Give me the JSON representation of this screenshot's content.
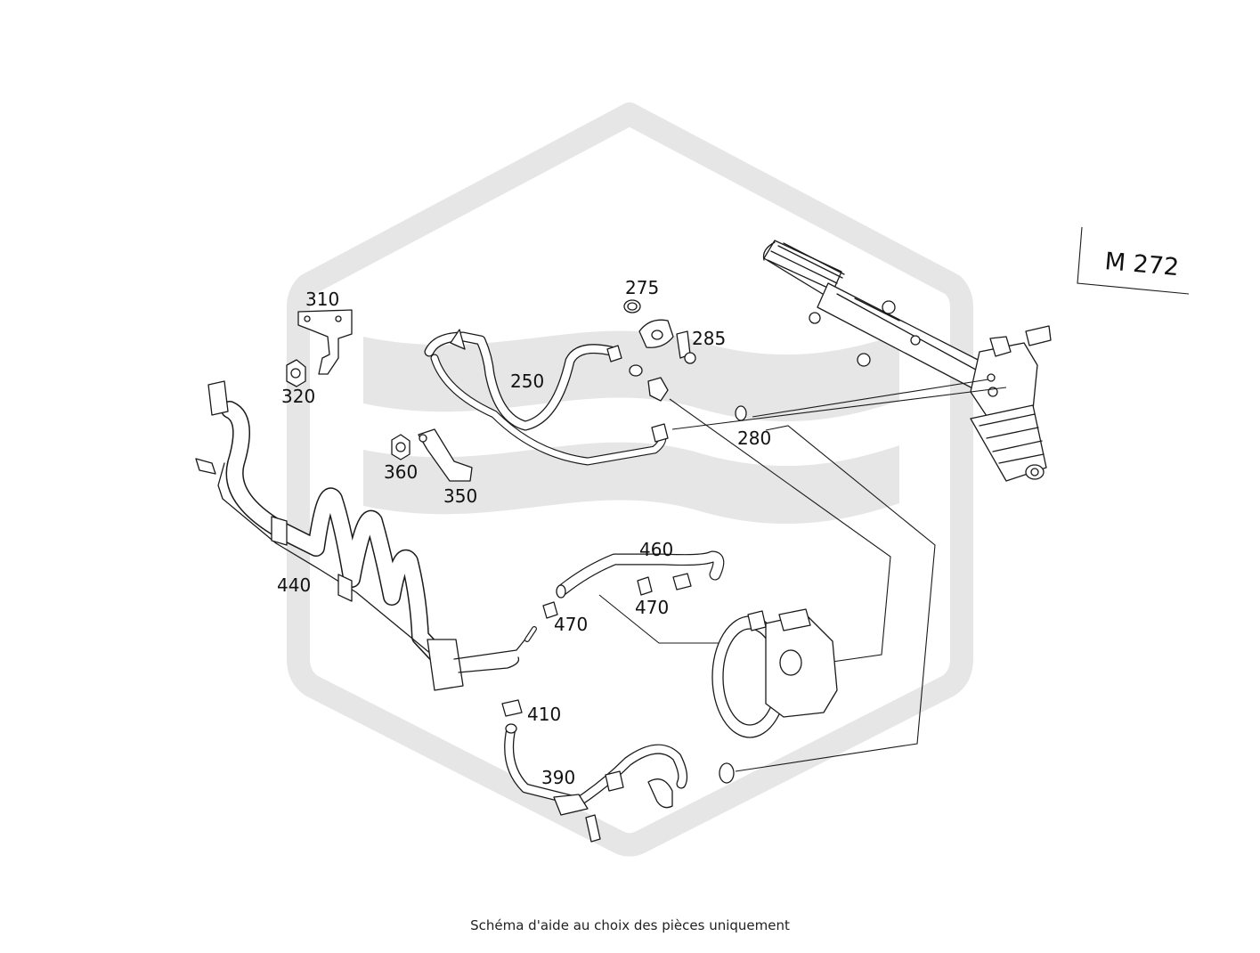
{
  "diagram": {
    "model_label": "M 272",
    "watermark_color": "#e6e6e6",
    "line_color": "#1a1a1a",
    "callouts": [
      {
        "id": "c310",
        "text": "310"
      },
      {
        "id": "c320",
        "text": "320"
      },
      {
        "id": "c275",
        "text": "275"
      },
      {
        "id": "c285",
        "text": "285"
      },
      {
        "id": "c250",
        "text": "250"
      },
      {
        "id": "c280",
        "text": "280"
      },
      {
        "id": "c360",
        "text": "360"
      },
      {
        "id": "c350",
        "text": "350"
      },
      {
        "id": "c460",
        "text": "460"
      },
      {
        "id": "c440",
        "text": "440"
      },
      {
        "id": "c470a",
        "text": "470"
      },
      {
        "id": "c470b",
        "text": "470"
      },
      {
        "id": "c410",
        "text": "410"
      },
      {
        "id": "c390",
        "text": "390"
      }
    ]
  },
  "footer": {
    "text": "Schéma d'aide au choix des pièces uniquement"
  }
}
